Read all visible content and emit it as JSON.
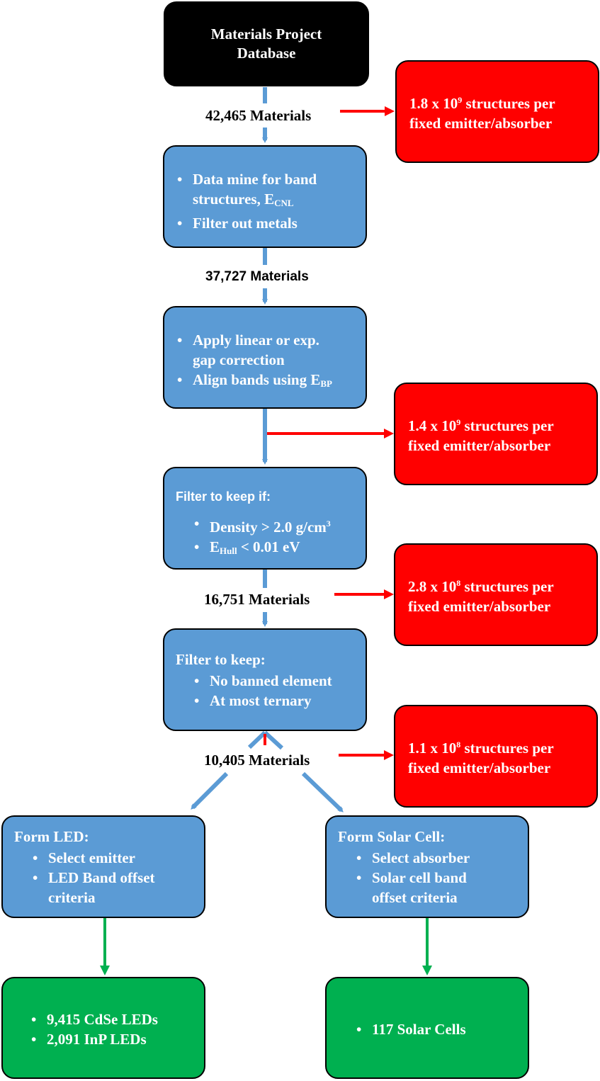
{
  "colors": {
    "blue_box": "#5b9bd5",
    "red_box": "#ff0000",
    "green_box": "#00b050",
    "black_box": "#000000",
    "blue_arrow": "#5b9bd5",
    "red_arrow": "#ff0000",
    "green_arrow": "#00b050"
  },
  "start": {
    "line1": "Materials Project",
    "line2": "Database"
  },
  "counts": {
    "c1": "42,465 Materials",
    "c2": "37,727 Materials",
    "c3": "16,751 Materials",
    "c4": "10,405 Materials"
  },
  "step1": {
    "b1_line1": "Data mine for band",
    "b1_line2": "structures, E",
    "b1_sub": "CNL",
    "b2": "Filter out metals"
  },
  "step2": {
    "b1_line1": "Apply linear or exp.",
    "b1_line2": "gap correction",
    "b2_main": "Align bands using E",
    "b2_sub": "BP"
  },
  "step3": {
    "heading": "Filter to keep if:",
    "b1_main": "Density > 2.0 g/cm",
    "b1_sup": "3",
    "b2_main": "E",
    "b2_sub": "Hull",
    "b2_rest": " < 0.01 eV"
  },
  "step4": {
    "heading": "Filter to keep:",
    "b1": "No banned element",
    "b2": "At most ternary"
  },
  "red_boxes": [
    {
      "mantissa": "1.8 x 10",
      "exp": "9",
      "rest": " structures per",
      "line2": "fixed emitter/absorber"
    },
    {
      "mantissa": "1.4 x 10",
      "exp": "9",
      "rest": " structures per",
      "line2": "fixed emitter/absorber"
    },
    {
      "mantissa": "2.8 x 10",
      "exp": "8",
      "rest": " structures per",
      "line2": "fixed emitter/absorber"
    },
    {
      "mantissa": "1.1 x 10",
      "exp": "8",
      "rest": " structures per",
      "line2": "fixed emitter/absorber"
    }
  ],
  "led": {
    "heading": "Form LED:",
    "b1": "Select emitter",
    "b2_line1": "LED Band offset",
    "b2_line2": "criteria"
  },
  "solar": {
    "heading": "Form Solar Cell:",
    "b1": "Select absorber",
    "b2_line1": "Solar cell band",
    "b2_line2": "offset criteria"
  },
  "led_result": {
    "b1": "9,415 CdSe LEDs",
    "b2": "2,091 InP LEDs"
  },
  "solar_result": {
    "b1": "117 Solar Cells"
  }
}
